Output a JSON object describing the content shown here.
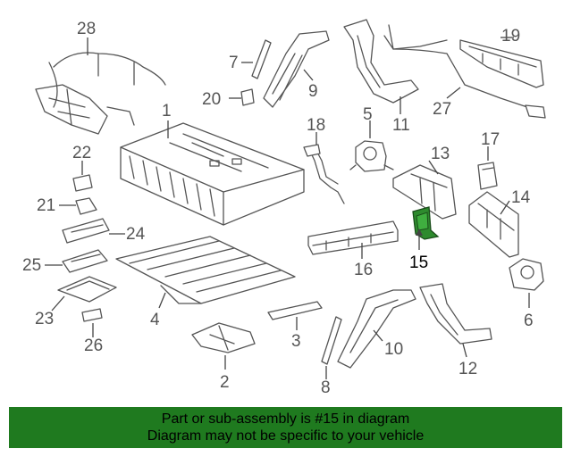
{
  "diagram": {
    "callouts": {
      "c1": "1",
      "c2": "2",
      "c3": "3",
      "c4": "4",
      "c5": "5",
      "c6": "6",
      "c7": "7",
      "c8": "8",
      "c9": "9",
      "c10": "10",
      "c11": "11",
      "c12": "12",
      "c13": "13",
      "c14": "14",
      "c15": "15",
      "c16": "16",
      "c17": "17",
      "c18": "18",
      "c19": "19",
      "c20": "20",
      "c21": "21",
      "c22": "22",
      "c23": "23",
      "c24": "24",
      "c25": "25",
      "c26": "26",
      "c27": "27",
      "c28": "28"
    },
    "highlight_color": "#2e8b2e"
  },
  "banner": {
    "line1": "Part or sub-assembly is #15 in diagram",
    "line2": "Diagram may not be specific to your vehicle",
    "background": "#1f7a1f"
  }
}
